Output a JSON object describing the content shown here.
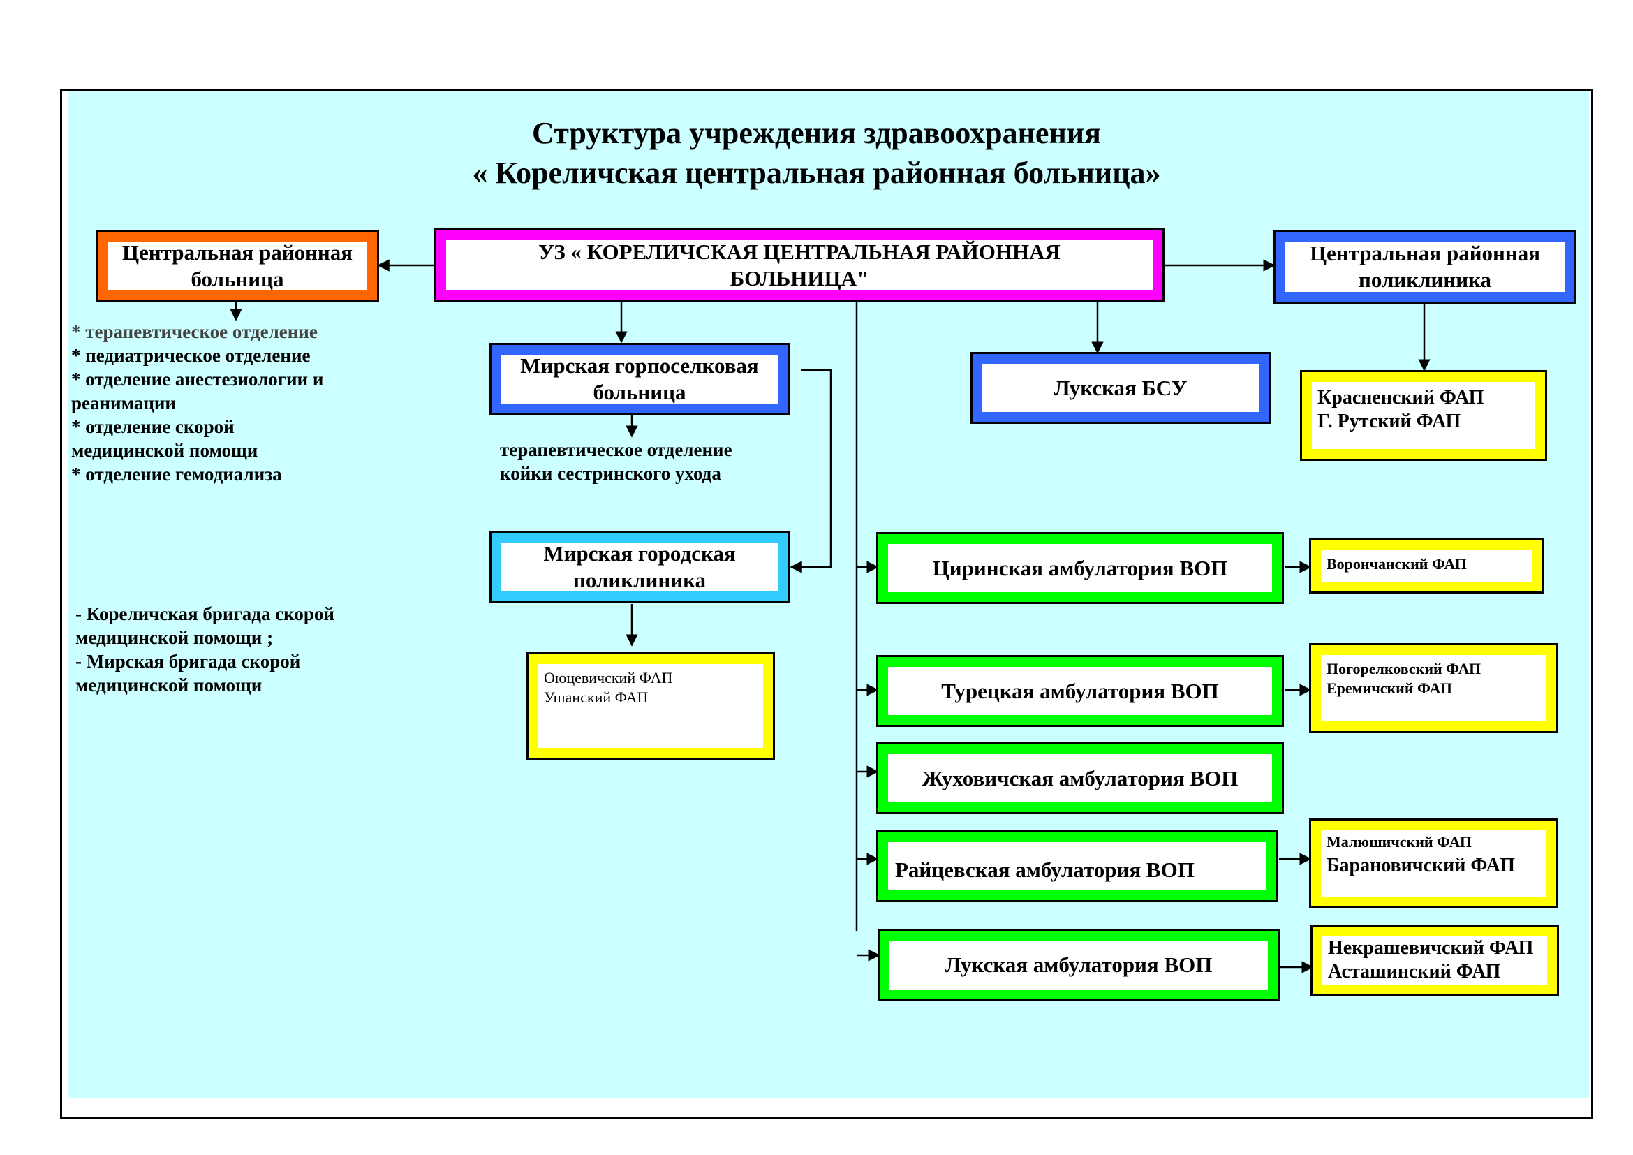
{
  "title": {
    "line1": "Структура учреждения здравоохранения",
    "line2": "« Кореличская центральная районная больница»"
  },
  "colors": {
    "background": "#ccffff",
    "orange": "#ff6600",
    "magenta": "#ff00ff",
    "blue": "#3366ff",
    "light_blue": "#33ccff",
    "green": "#00ff00",
    "yellow": "#ffff00"
  },
  "boxes": {
    "main": "УЗ « КОРЕЛИЧСКАЯ  ЦЕНТРАЛЬНАЯ  РАЙОННАЯ  БОЛЬНИЦА\"",
    "crb": "Центральная районная больница",
    "crp": "Центральная  районная поликлиника",
    "mirskaya_hospital": "Мирская горпоселковая больница",
    "mirskaya_polyclinic": "Мирская  городская поликлиника",
    "lukskaya_bsu": "Лукская   БСУ",
    "tsirinskaya": "Циринская  амбулатория  ВОП",
    "turetskaya": "Турецкая  амбулатория  ВОП",
    "zhukhovichskaya": "Жуховичская  амбулатория  ВОП",
    "raitsevskaya": "Райцевская  амбулатория  ВОП",
    "lukskaya_amb": "Лукская  амбулатория  ВОП"
  },
  "faps": {
    "krasnenskiy": [
      "Красненский  ФАП",
      "Г. Рутский  ФАП"
    ],
    "oyutsevichi": [
      "Оюцевичский  ФАП",
      "Ушанский  ФАП"
    ],
    "voronchanskiy": [
      "Ворончанский  ФАП"
    ],
    "pogorelkovskiy": [
      "Погорелковский ФАП",
      "Еремичский ФАП"
    ],
    "malyushichskiy": [
      "Малюшичский ФАП",
      "Барановичский ФАП"
    ],
    "nekrashevichskiy": [
      "Некрашевичский ФАП",
      "Асташинский  ФАП"
    ]
  },
  "crb_departments": [
    "*  терапевтическое  отделение",
    "*  педиатрическое  отделение",
    "*  отделение  анестезиологии и",
    "    реанимации",
    "*  отделение   скорой",
    "   медицинской  помощи",
    " *  отделение гемодиализа"
  ],
  "mirskaya_departments": [
    "терапевтическое  отделение",
    "койки сестринского ухода"
  ],
  "brigades": [
    "- Кореличская  бригада  скорой",
    "   медицинской   помощи ;",
    "- Мирская бригада  скорой",
    "   медицинской  помощи"
  ]
}
